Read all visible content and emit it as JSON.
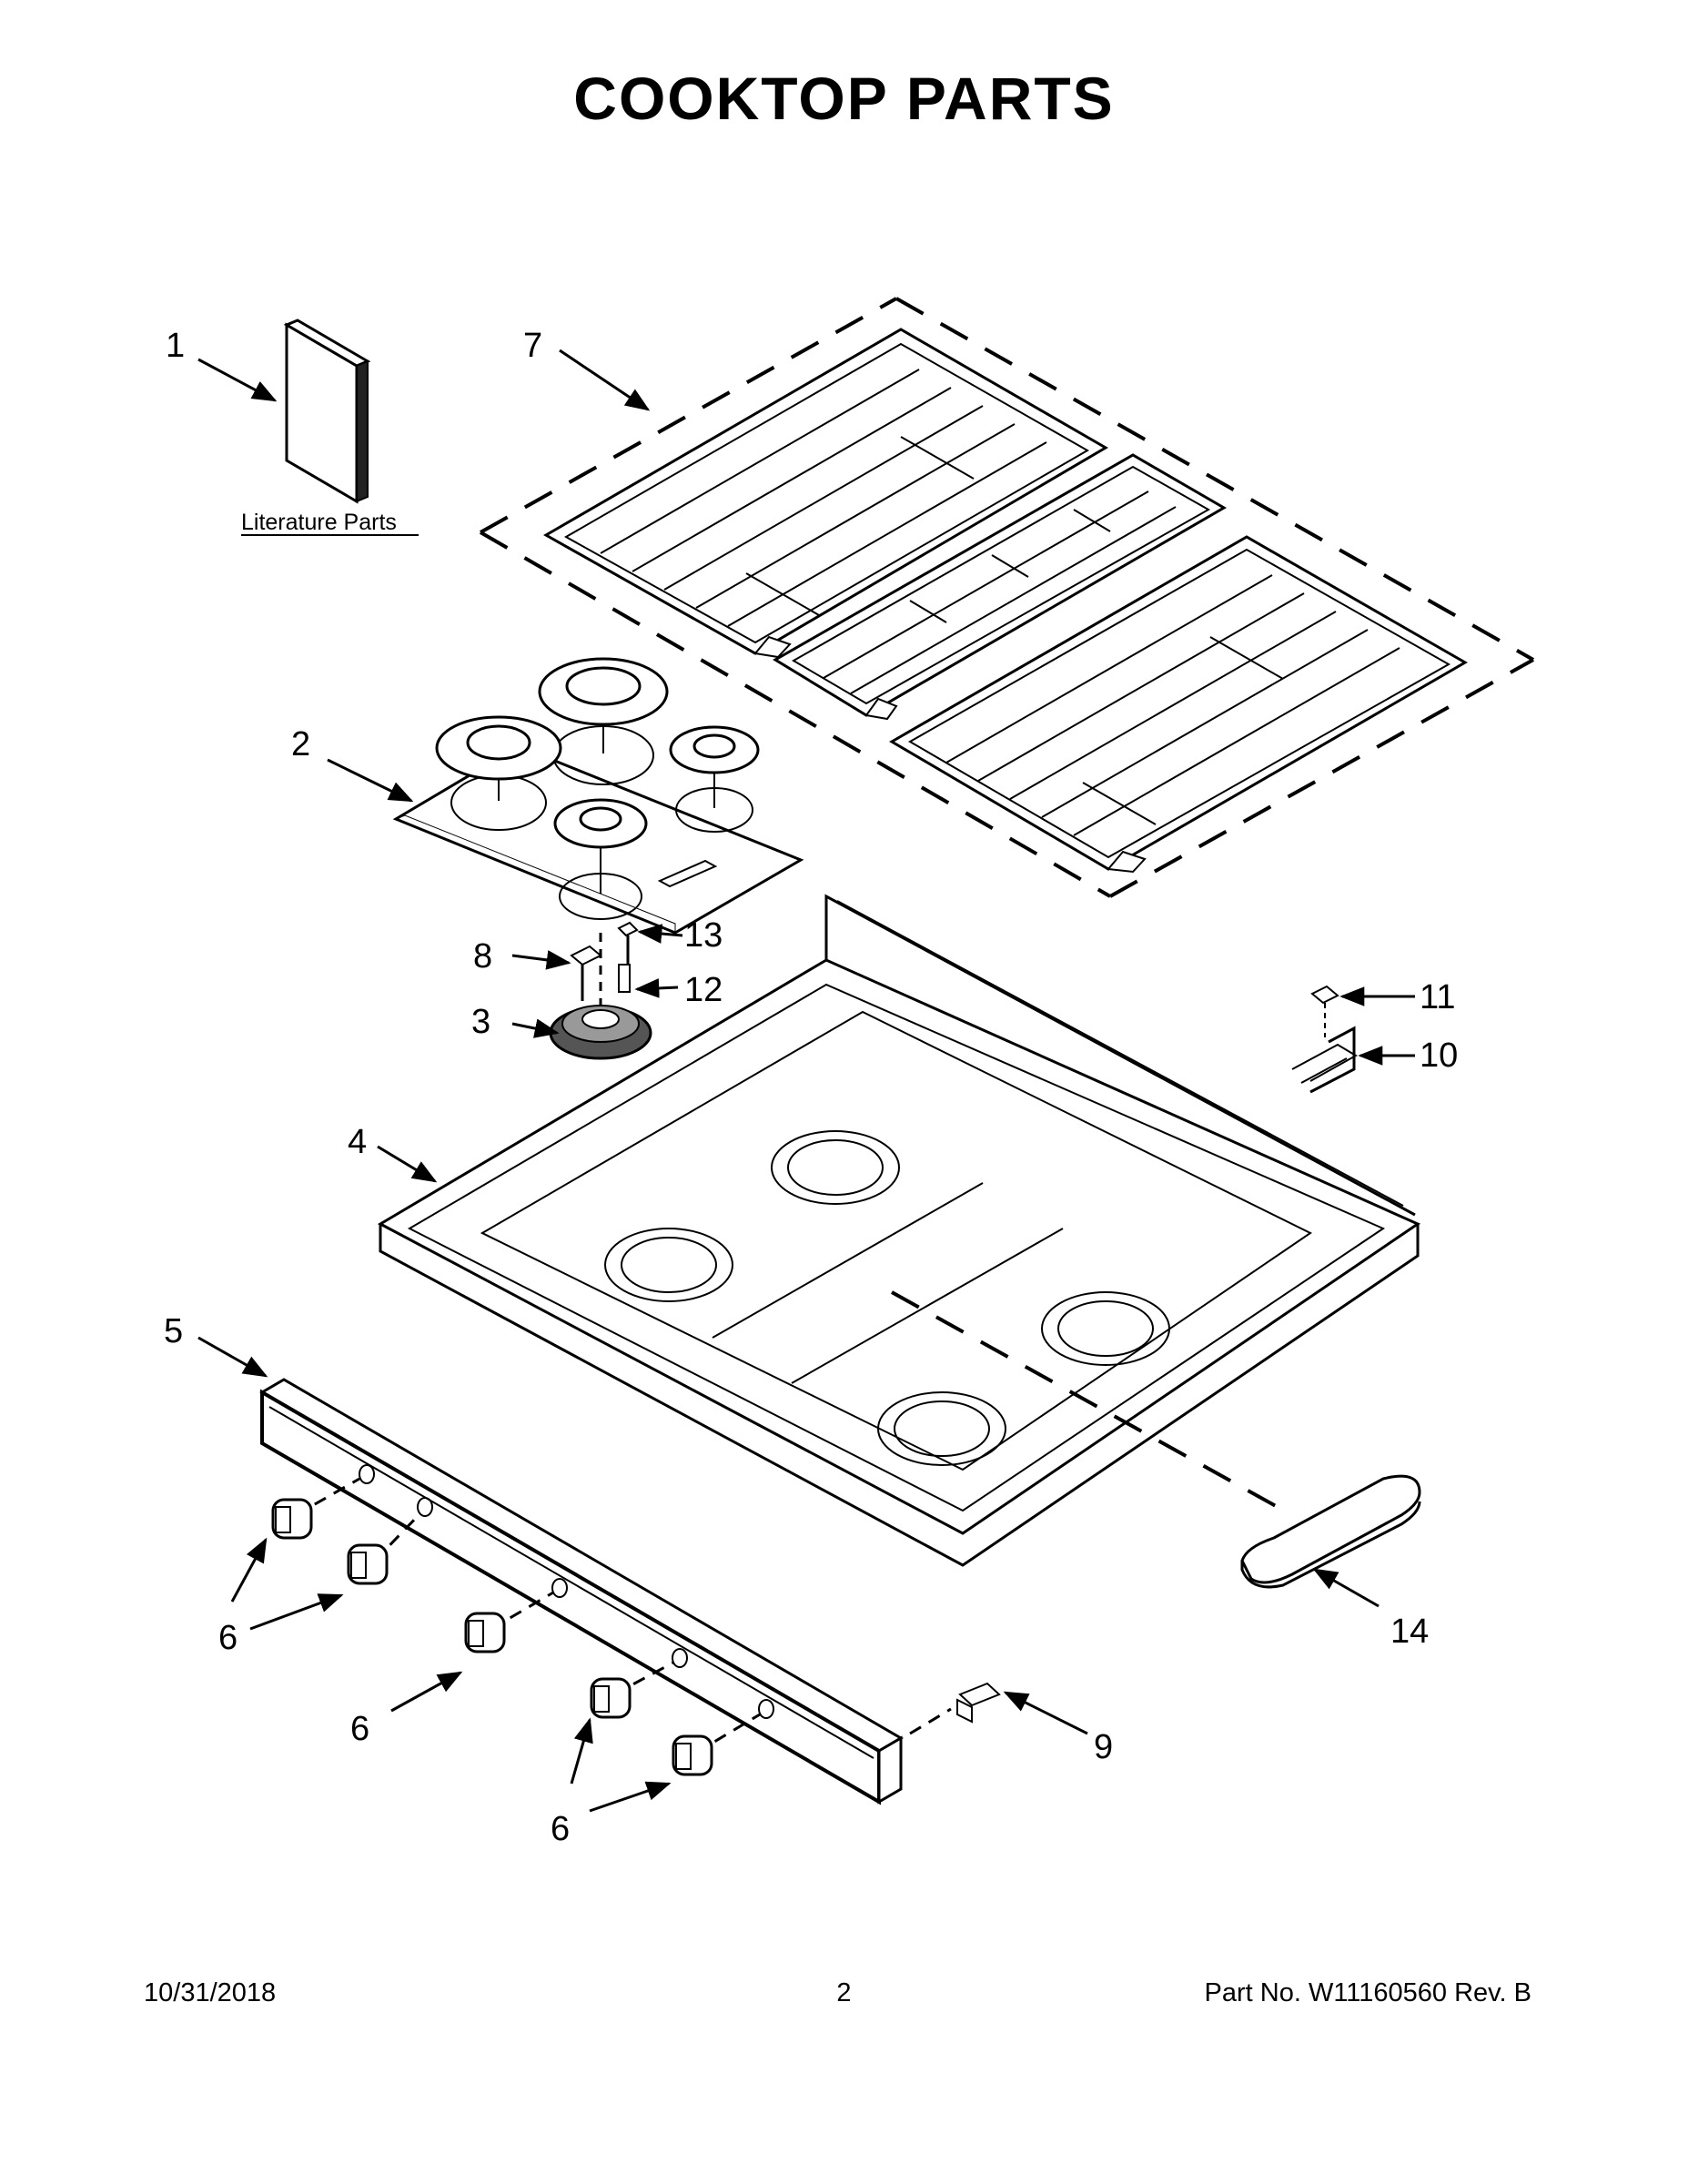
{
  "title": "COOKTOP PARTS",
  "literature_label": "Literature Parts",
  "callouts": {
    "c1": "1",
    "c2": "2",
    "c3": "3",
    "c4": "4",
    "c5": "5",
    "c6a": "6",
    "c6b": "6",
    "c6c": "6",
    "c7": "7",
    "c8": "8",
    "c9": "9",
    "c10": "10",
    "c11": "11",
    "c12": "12",
    "c13": "13",
    "c14": "14"
  },
  "footer": {
    "date": "10/31/2018",
    "page": "2",
    "part_no": "Part No.  W11160560  Rev.  B"
  }
}
